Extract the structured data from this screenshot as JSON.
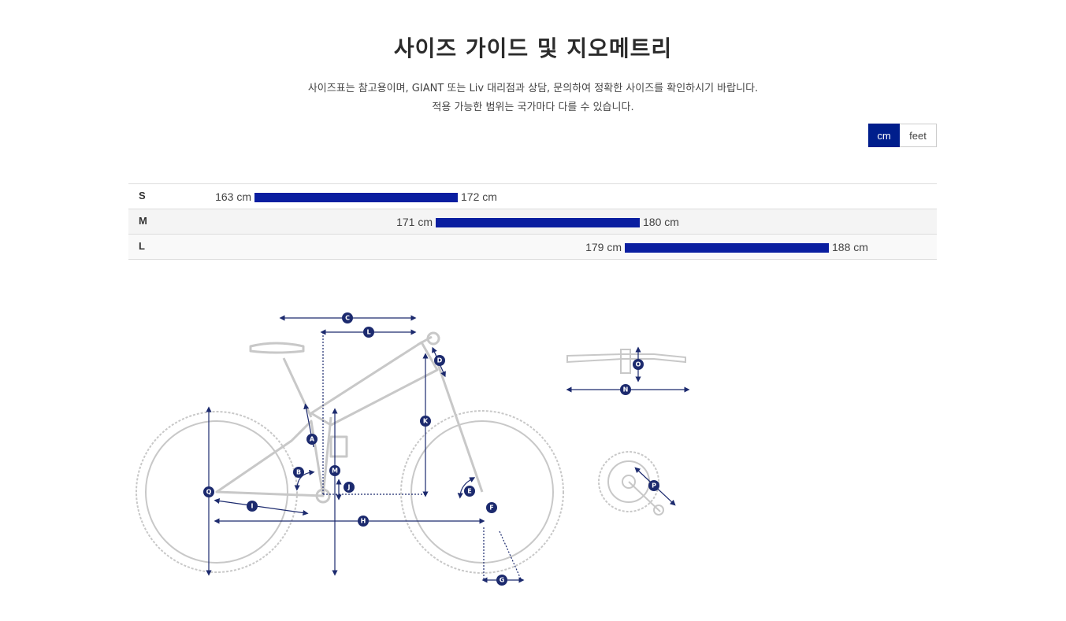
{
  "page": {
    "title": "사이즈 가이드 및 지오메트리",
    "description_line1": "사이즈표는 참고용이며, GIANT 또는 Liv 대리점과 상담, 문의하여 정확한 사이즈를 확인하시기 바랍니다.",
    "description_line2": "적용 가능한 범위는 국가마다 다를 수 있습니다."
  },
  "units": {
    "options": [
      "cm",
      "feet"
    ],
    "selected": "cm"
  },
  "colors": {
    "accent": "#001e8c",
    "bar": "#0a1ea0",
    "diagram_line": "#c8c8c8",
    "dimension_line": "#1c2a6e"
  },
  "sizes": [
    {
      "size": "S",
      "min_label": "163 cm",
      "max_label": "172 cm",
      "min": 163,
      "max": 172
    },
    {
      "size": "M",
      "min_label": "171 cm",
      "max_label": "180 cm",
      "min": 171,
      "max": 180
    },
    {
      "size": "L",
      "min_label": "179 cm",
      "max_label": "188 cm",
      "min": 179,
      "max": 188
    }
  ],
  "geometry_labels": [
    "A",
    "B",
    "C",
    "D",
    "E",
    "F",
    "G",
    "H",
    "I",
    "J",
    "K",
    "L",
    "M",
    "N",
    "O",
    "P",
    "Q"
  ]
}
